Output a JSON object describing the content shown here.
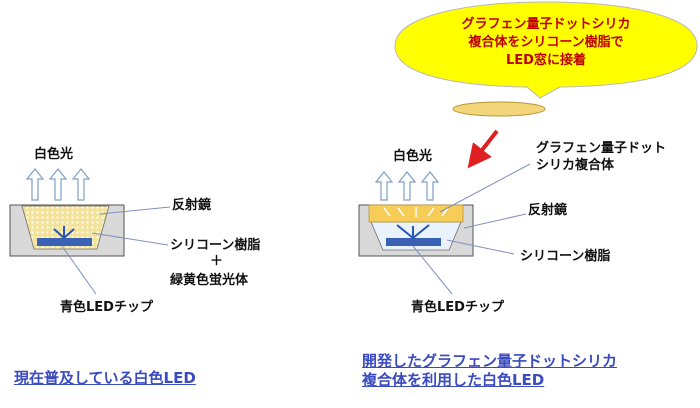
{
  "callout": {
    "line1": "グラフェン量子ドットシリカ",
    "line2": "複合体をシリコーン樹脂で",
    "line3": "LED窓に接着"
  },
  "current": {
    "white_light": "白色光",
    "reflector": "反射鏡",
    "silicone": "シリコーン樹脂",
    "plus": "＋",
    "phosphor": "緑黄色蛍光体",
    "chip": "青色LEDチップ",
    "caption": "現在普及している白色LED"
  },
  "developed": {
    "white_light": "白色光",
    "gqd_line1": "グラフェン量子ドット",
    "gqd_line2": "シリカ複合体",
    "reflector": "反射鏡",
    "silicone": "シリコーン樹脂",
    "chip": "青色LEDチップ",
    "caption_line1": "開発したグラフェン量子ドットシリカ",
    "caption_line2": "複合体を利用した白色LED"
  }
}
